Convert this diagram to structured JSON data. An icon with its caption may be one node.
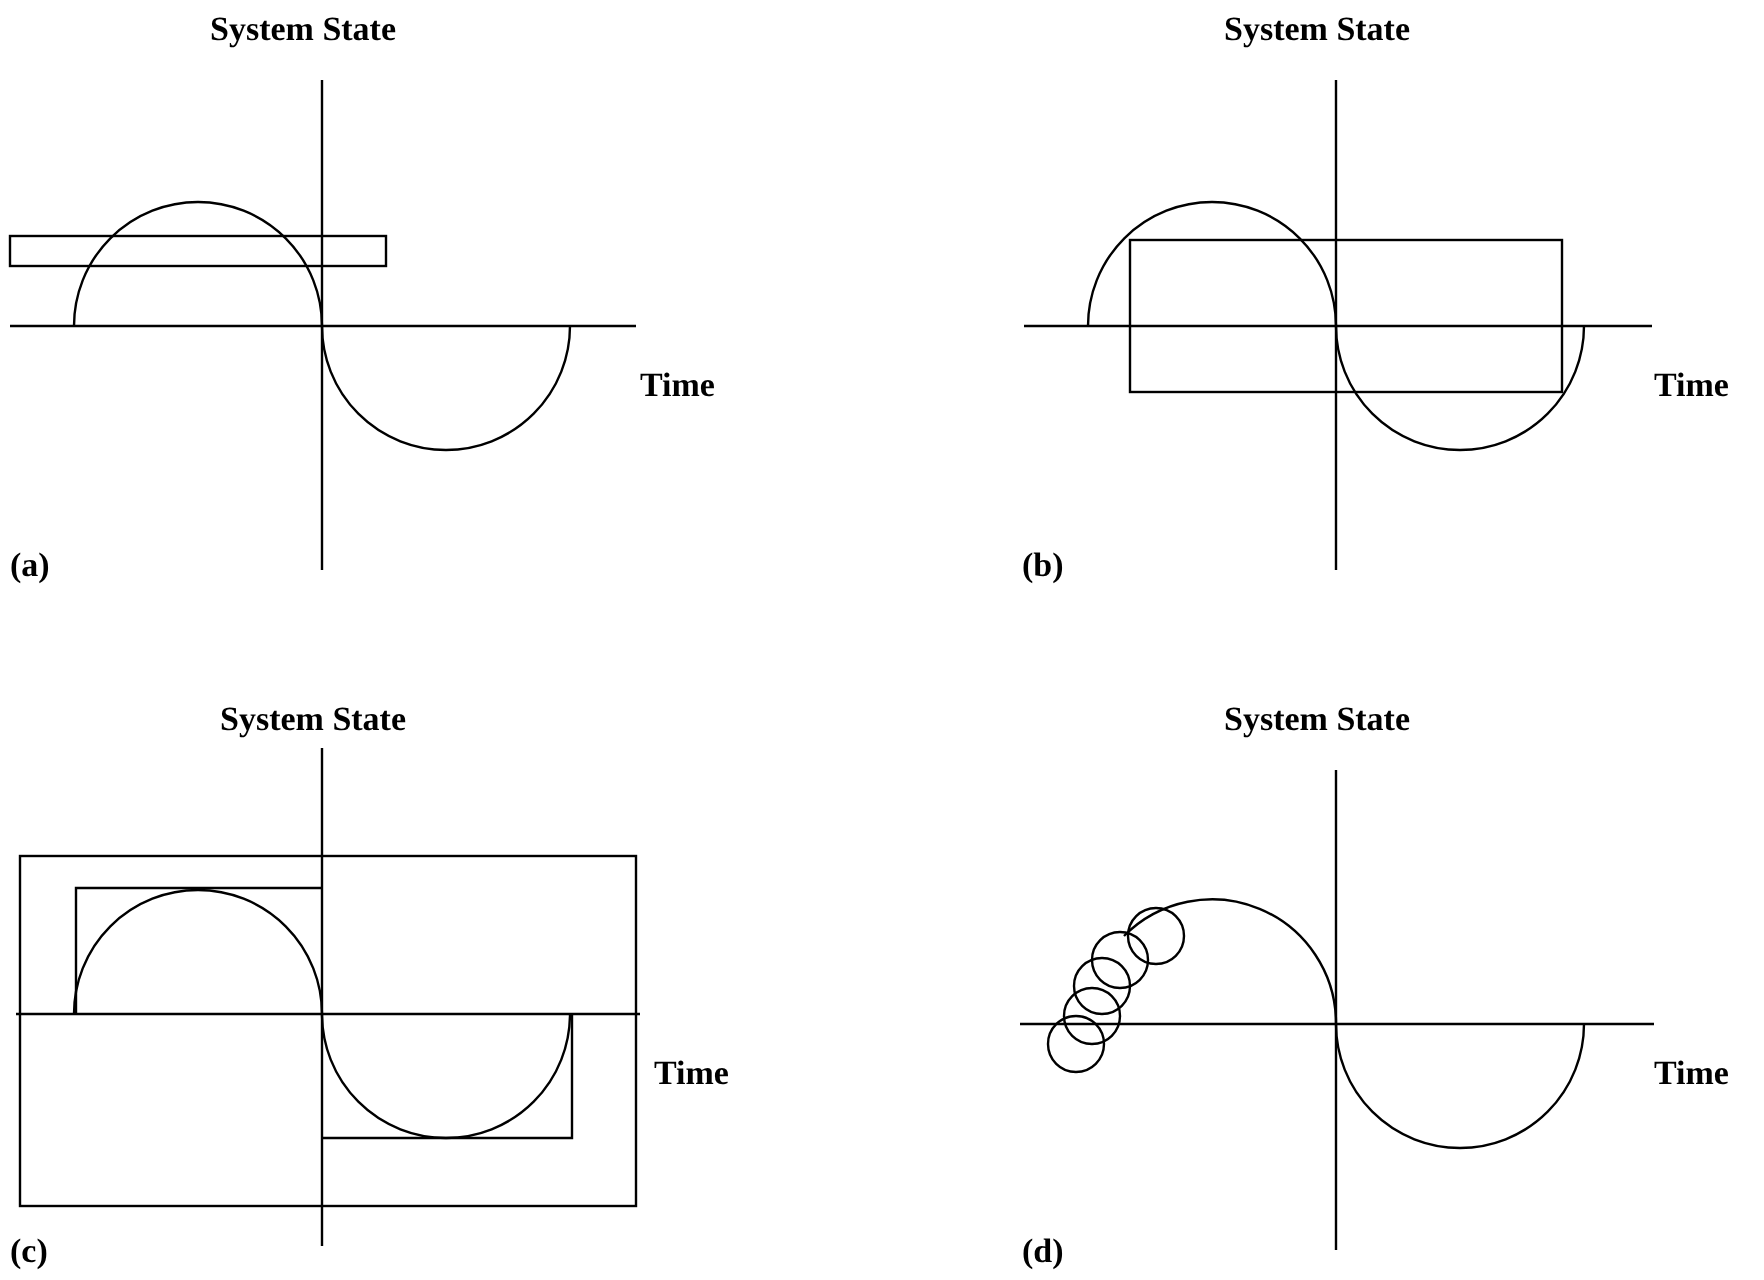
{
  "diagram": {
    "labels": [
      "System State",
      "System State",
      "Time",
      "Time",
      "(a)",
      "(b)",
      "System State",
      "System State",
      "Time",
      "Time",
      "(c)",
      "(d)"
    ]
  }
}
